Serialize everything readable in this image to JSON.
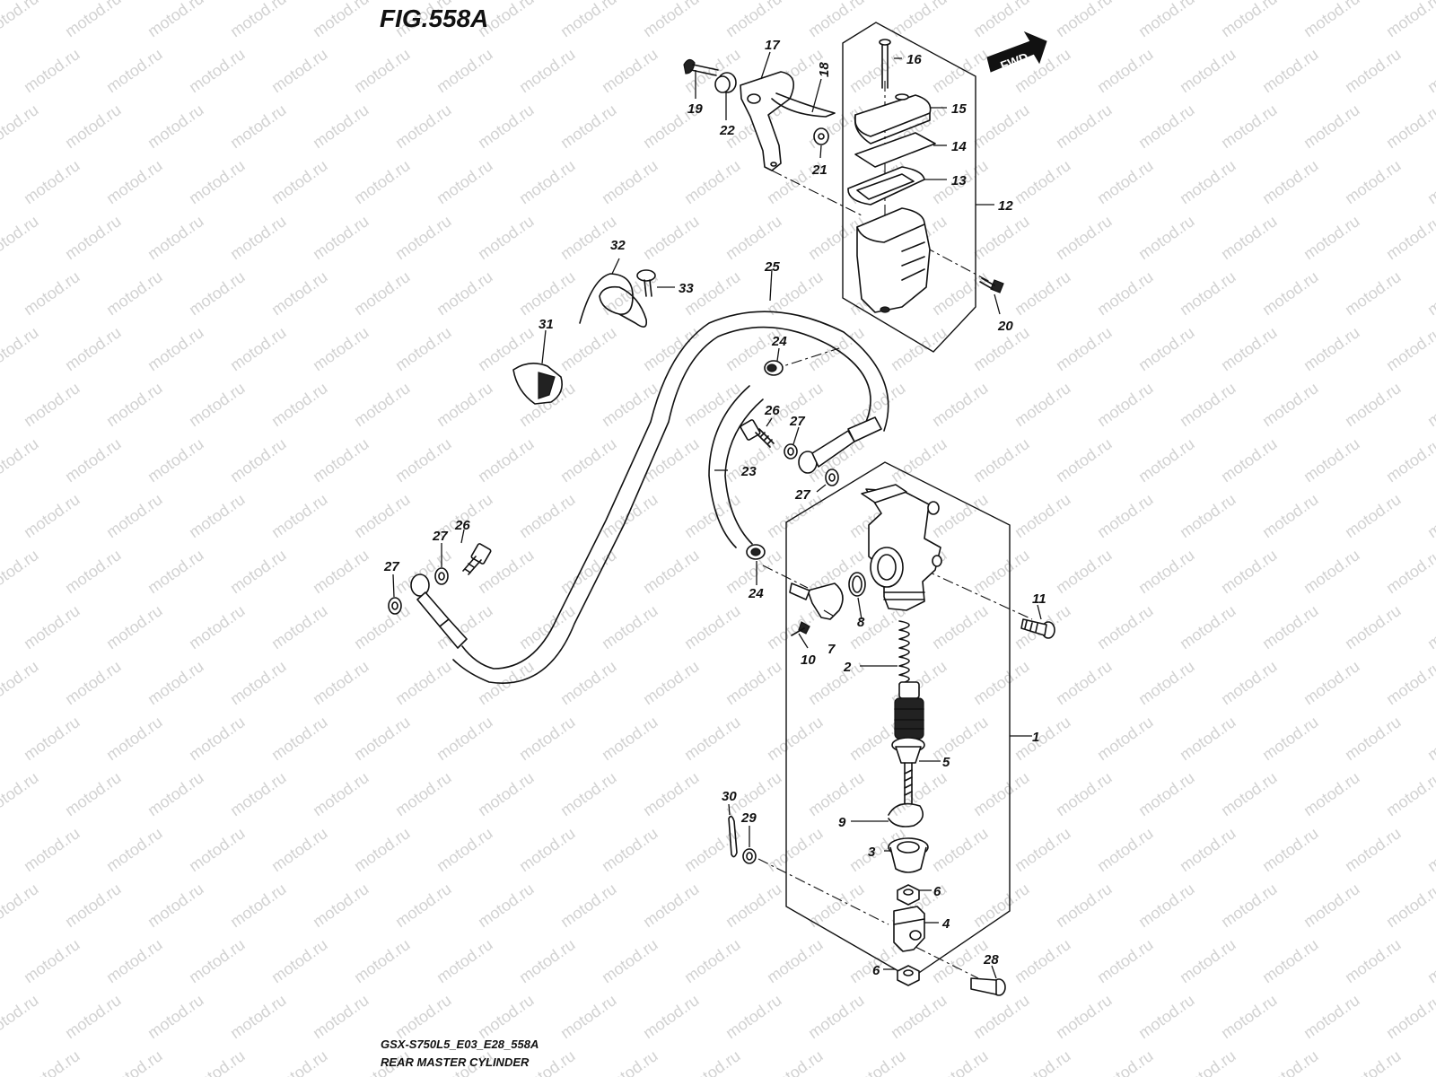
{
  "figure": {
    "title": "FIG.558A"
  },
  "footer": {
    "code": "GSX-S750L5_E03_E28_558A",
    "name": "REAR MASTER CYLINDER"
  },
  "fwd_badge": "FWD",
  "watermark": "motod.ru",
  "callouts": [
    "1",
    "2",
    "3",
    "4",
    "5",
    "6",
    "6",
    "7",
    "8",
    "9",
    "10",
    "11",
    "12",
    "13",
    "14",
    "15",
    "16",
    "17",
    "18",
    "19",
    "20",
    "21",
    "22",
    "23",
    "24",
    "24",
    "25",
    "26",
    "26",
    "27",
    "27",
    "27",
    "27",
    "28",
    "29",
    "30",
    "31",
    "32",
    "33"
  ]
}
